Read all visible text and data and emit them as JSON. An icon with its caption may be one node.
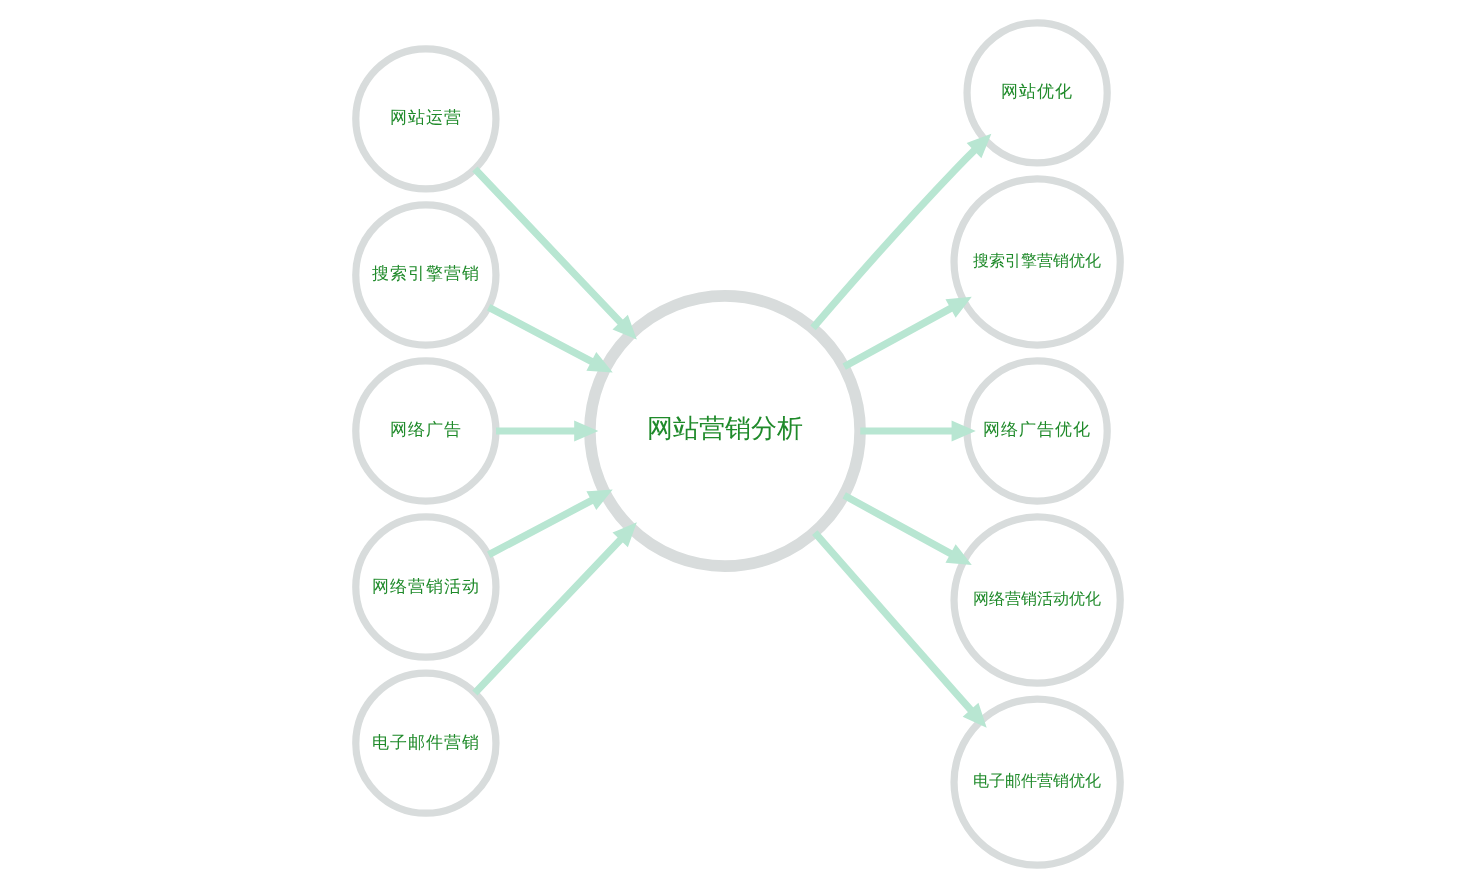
{
  "diagram": {
    "nodes": [
      {
        "text": [
          "网站运营"
        ]
      },
      {
        "text": [
          "搜索引擎营销"
        ]
      },
      {
        "text": [
          "网络广告"
        ]
      },
      {
        "text": [
          "网络营销活动"
        ]
      },
      {
        "text": [
          "电子邮件营销"
        ]
      },
      {
        "text": [
          "网站营销分析"
        ]
      },
      {
        "text": [
          "网站优化"
        ]
      },
      {
        "text": [
          "搜索引擎营销优化"
        ]
      },
      {
        "text": [
          "网络广告优化"
        ]
      },
      {
        "text": [
          "网络营销活动优化"
        ]
      },
      {
        "text": [
          "电子邮件营销优化"
        ]
      }
    ],
    "edges": [
      {
        "from": 0,
        "to": 5,
        "arrow": "to"
      },
      {
        "from": 1,
        "to": 5,
        "arrow": "to"
      },
      {
        "from": 2,
        "to": 5,
        "arrow": "to"
      },
      {
        "from": 3,
        "to": 5,
        "arrow": "to"
      },
      {
        "from": 4,
        "to": 5,
        "arrow": "to"
      },
      {
        "from": 5,
        "to": 6,
        "arrow": "to"
      },
      {
        "from": 5,
        "to": 7,
        "arrow": "to"
      },
      {
        "from": 5,
        "to": 8,
        "arrow": "to"
      },
      {
        "from": 5,
        "to": 9,
        "arrow": "to"
      },
      {
        "from": 5,
        "to": 10,
        "arrow": "to"
      }
    ]
  }
}
